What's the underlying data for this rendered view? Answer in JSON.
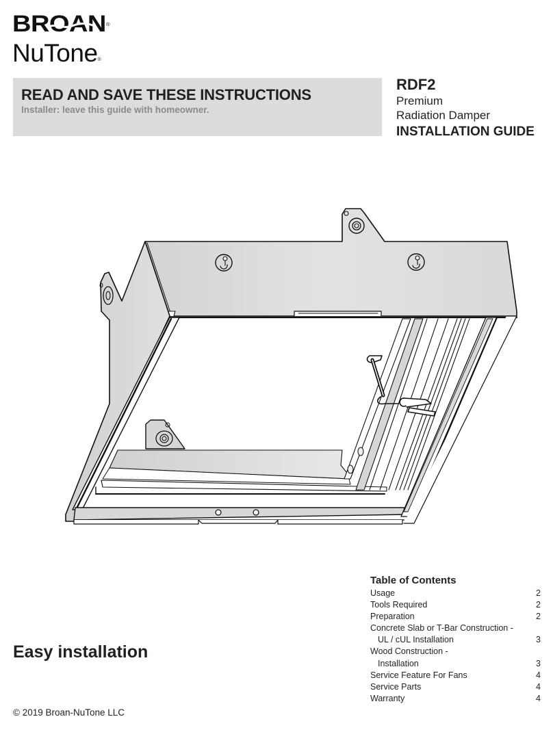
{
  "brand": {
    "primary": "BROAN",
    "secondary": "NuTone",
    "registered_mark": "®"
  },
  "banner": {
    "title": "READ AND SAVE THESE INSTRUCTIONS",
    "subtitle": "Installer: leave this guide with homeowner.",
    "background_color": "#dcdcdc",
    "subtitle_color": "#8a8a8a"
  },
  "product": {
    "model": "RDF2",
    "line1": "Premium",
    "line2": "Radiation Damper",
    "doc_type": "INSTALLATION GUIDE"
  },
  "illustration": {
    "subject": "radiation-damper-isometric-drawing",
    "fill_color": "#dadada",
    "stroke_color": "#111111"
  },
  "tagline": "Easy installation",
  "copyright": "© 2019 Broan-NuTone LLC",
  "toc": {
    "title": "Table of Contents",
    "items": [
      {
        "label": "Usage",
        "page": "2",
        "indent": false
      },
      {
        "label": "Tools Required",
        "page": "2",
        "indent": false
      },
      {
        "label": "Preparation",
        "page": "2",
        "indent": false
      },
      {
        "label": "Concrete Slab or T-Bar Construction -",
        "page": "",
        "indent": false
      },
      {
        "label": "UL / cUL Installation",
        "page": "3",
        "indent": true
      },
      {
        "label": "Wood Construction -",
        "page": "",
        "indent": false
      },
      {
        "label": "Installation",
        "page": "3",
        "indent": true
      },
      {
        "label": "Service Feature For Fans",
        "page": "4",
        "indent": false
      },
      {
        "label": "Service Parts",
        "page": "4",
        "indent": false
      },
      {
        "label": "Warranty",
        "page": "4",
        "indent": false
      }
    ]
  }
}
